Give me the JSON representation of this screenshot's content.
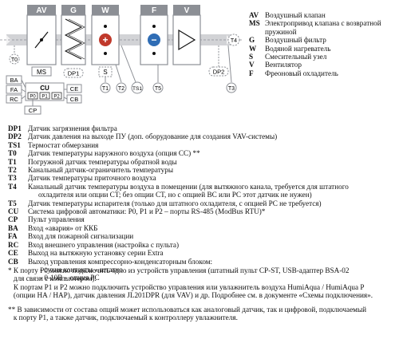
{
  "modules": [
    {
      "code": "AV"
    },
    {
      "code": "G"
    },
    {
      "code": "W"
    },
    {
      "code": "F"
    },
    {
      "code": "V"
    }
  ],
  "labels": {
    "ms": "MS",
    "dp1": "DP1",
    "dp2": "DP2",
    "s": "S",
    "t0": "T0",
    "t1": "T1",
    "t2": "T2",
    "t3": "T3",
    "t4": "T4",
    "t5": "T5",
    "ts1": "TS1",
    "cu": "CU",
    "cp": "CP",
    "ba": "BA",
    "fa": "FA",
    "rc": "RC",
    "ce": "CE",
    "cb": "CB",
    "p0": "P0",
    "p1": "P1",
    "p2": "P2",
    "plus": "+",
    "minus": "−"
  },
  "legend": [
    {
      "abbr": "AV",
      "desc": "Воздушный клапан"
    },
    {
      "abbr": "MS",
      "desc": "Электропривод клапана с возвратной пружиной"
    },
    {
      "abbr": "G",
      "desc": "Воздушный фильтр"
    },
    {
      "abbr": "W",
      "desc": "Водяной нагреватель"
    },
    {
      "abbr": "S",
      "desc": "Смесительный узел"
    },
    {
      "abbr": "V",
      "desc": "Вентилятор"
    },
    {
      "abbr": "F",
      "desc": "Фреоновый охладитель"
    }
  ],
  "definitions": [
    {
      "abbr": "DP1",
      "desc": "Датчик загрязнения фильтра"
    },
    {
      "abbr": "DP2",
      "desc": "Датчик давления на выходе ПУ (доп. оборудование для создания VAV-системы)"
    },
    {
      "abbr": "TS1",
      "desc": "Термостат обмерзания"
    },
    {
      "abbr": "T0",
      "desc": "Датчик температуры наружного воздуха (опция CC) **"
    },
    {
      "abbr": "T1",
      "desc": "Погружной датчик температуры обратной воды"
    },
    {
      "abbr": "T2",
      "desc": "Канальный датчик-ограничитель температуры"
    },
    {
      "abbr": "T3",
      "desc": "Датчик температуры приточного воздуха"
    },
    {
      "abbr": "T4",
      "desc": "Канальный датчик температуры воздуха в помещении (для вытяжного канала, требуется для штатного"
    },
    {
      "abbr": "",
      "desc": "охладителя или опции CT; без опции CT, но с опцией BC или PC этот датчик не нужен)"
    },
    {
      "abbr": "T5",
      "desc": "Датчик температуры испарителя (только для штатного охладителя, с опцией PC не требуется)"
    },
    {
      "abbr": "CU",
      "desc": "Система цифровой автоматики: P0, P1 и P2 – порты RS-485 (ModBus RTU)*"
    },
    {
      "abbr": "CP",
      "desc": "Пульт управления"
    },
    {
      "abbr": "BA",
      "desc": "Вход «авария» от ККБ"
    },
    {
      "abbr": "FA",
      "desc": "Вход для пожарной сигнализации"
    },
    {
      "abbr": "RC",
      "desc": "Вход внешнего управления (настройка с пульта)"
    },
    {
      "abbr": "CE",
      "desc": "Выход на вытяжную установку серии Extra"
    },
    {
      "abbr": "CB",
      "desc": "Выход управления компрессорно-конденсаторным блоком:"
    }
  ],
  "cb_options": [
    "- сухие контакты – штатно",
    "- 0-10В – опция PC"
  ],
  "notes": [
    "* К порту P0 можно подключить одно из устройств управления (штатный пульт CP-ST, USB-адаптер BSA-02",
    "   для связи с компьютером).",
    "   К портам P1 и P2 можно подключить устройство управления или увлажнитель воздуха HumiAqua / HumiAqua P",
    "   (опции HA / HAP), датчик давления JL201DPR (для VAV) и др. Подробнее см. в документе «Схемы подключения».",
    "** В зависимости от состава опций может использоваться как аналоговый датчик, так и цифровой, подключаемый",
    "   к порту P1, а также датчик, подключаемый к контроллеру увлажнителя."
  ],
  "colors": {
    "module_header": "#8c8f95",
    "module_stroke": "#8c8f95",
    "airflow_bar": "#d2d3d6",
    "sensor_stroke": "#8c8f95",
    "heater_red": "#c0392b",
    "cooler_blue": "#2f6db5"
  }
}
